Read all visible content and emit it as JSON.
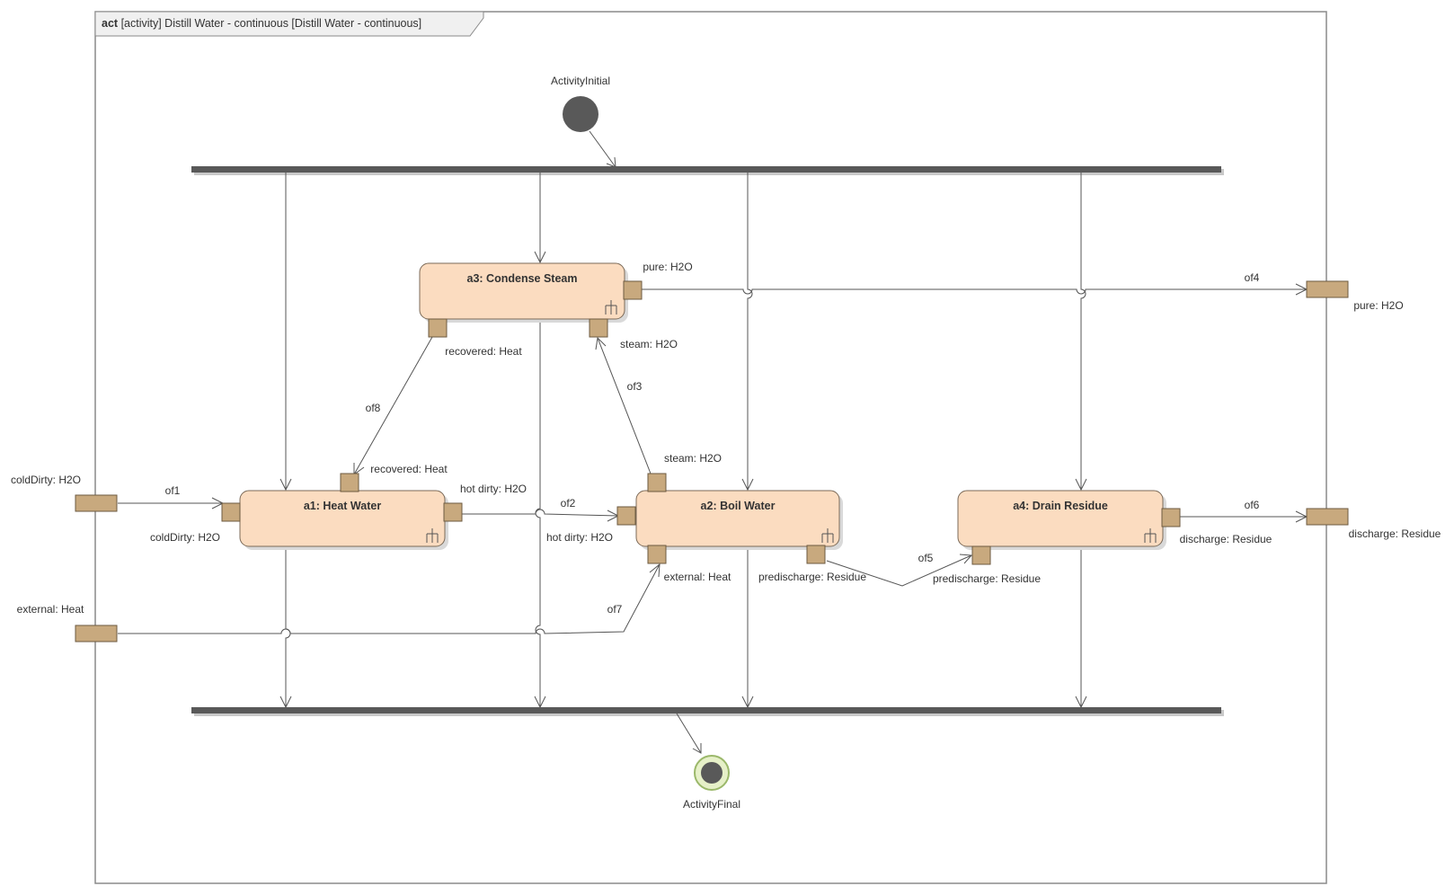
{
  "frame": {
    "keyword": "act",
    "title": "[activity] Distill Water - continuous [Distill Water - continuous]"
  },
  "nodes": {
    "initial_label": "ActivityInitial",
    "final_label": "ActivityFinal"
  },
  "actions": {
    "a1": "a1: Heat Water",
    "a2": "a2: Boil Water",
    "a3": "a3: Condense Steam",
    "a4": "a4: Drain Residue"
  },
  "pins": {
    "param_colddirty": "coldDirty: H2O",
    "param_external": "external: Heat",
    "param_pure": "pure: H2O",
    "param_discharge": "discharge: Residue",
    "a1_colddirty": "coldDirty: H2O",
    "a1_recovered": "recovered: Heat",
    "a1_hotdirty": "hot dirty: H2O",
    "a2_hotdirty": "hot dirty: H2O",
    "a2_steam": "steam: H2O",
    "a2_external": "external: Heat",
    "a2_predischarge": "predischarge: Residue",
    "a3_pure": "pure: H2O",
    "a3_recovered": "recovered: Heat",
    "a3_steam": "steam: H2O",
    "a4_predischarge": "predischarge: Residue",
    "a4_discharge": "discharge: Residue"
  },
  "flows": {
    "of1": "of1",
    "of2": "of2",
    "of3": "of3",
    "of4": "of4",
    "of5": "of5",
    "of6": "of6",
    "of7": "of7",
    "of8": "of8"
  },
  "colors": {
    "action_fill": "#fbdcc0",
    "pin_fill": "#c8a97e",
    "bar_fill": "#595959",
    "final_ring": "#9bb86a"
  }
}
